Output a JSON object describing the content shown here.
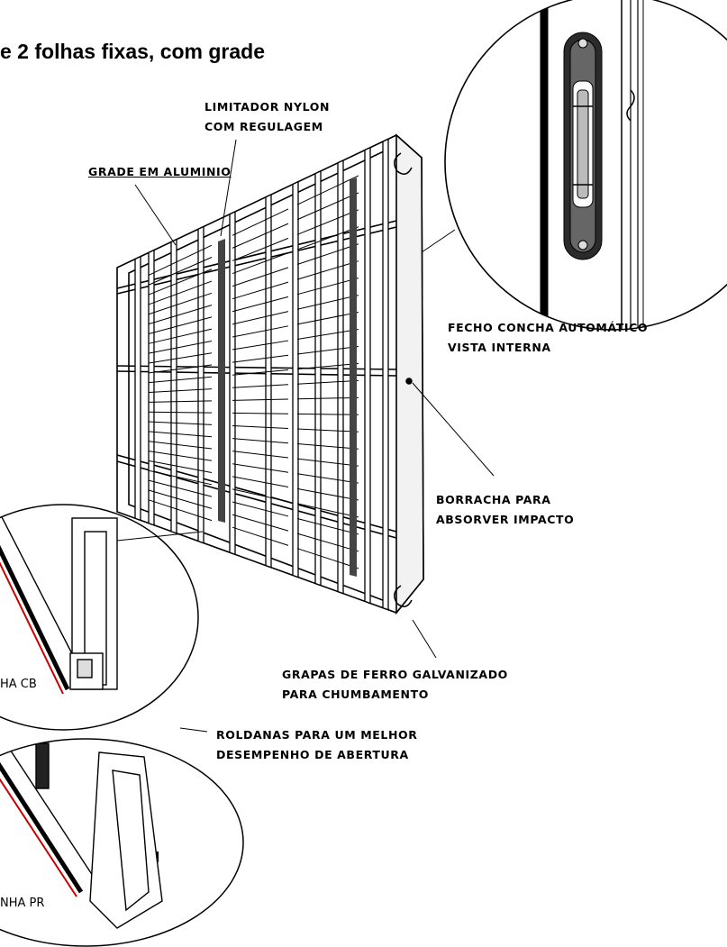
{
  "title": "e 2 folhas fixas, com grade",
  "labels": {
    "limitador_line1": "LIMITADOR NYLON",
    "limitador_line2": "COM REGULAGEM",
    "grade": "GRADE EM ALUMINIO",
    "fecho_line1": "FECHO CONCHA AUTOMÁTICO",
    "fecho_line2": "VISTA INTERNA",
    "borracha_line1": "BORRACHA PARA",
    "borracha_line2": "ABSORVER IMPACTO",
    "grapas_line1": "GRAPAS DE FERRO GALVANIZADO",
    "grapas_line2": "PARA CHUMBAMENTO",
    "roldanas_line1": "ROLDANAS PARA UM MELHOR",
    "roldanas_line2": "DESEMPENHO DE ABERTURA",
    "linha_cb": "HA CB",
    "linha_pr": "NHA PR"
  }
}
